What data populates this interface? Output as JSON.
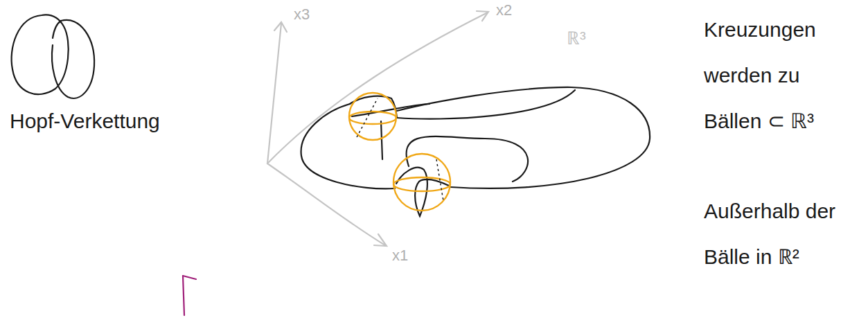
{
  "diagram": {
    "labels": [
      "Hopf-Verkettung",
      "x3",
      "x2",
      "x1",
      "ℝ³",
      "Kreuzungen werden zu Bällen ⊂ ℝ³",
      "Außerhalb der Bälle in ℝ²"
    ]
  }
}
